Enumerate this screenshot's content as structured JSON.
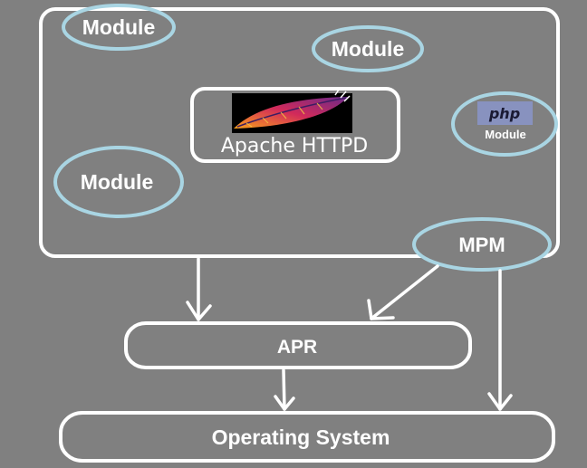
{
  "colors": {
    "background": "#808080",
    "box_stroke": "#ffffff",
    "module_ellipse_stroke": "#a9d5e3",
    "text": "#ffffff",
    "php_badge": "#8892bf",
    "feather_start": "#f9a11b",
    "feather_mid": "#d22a5a",
    "feather_end": "#6b2a8a"
  },
  "modules": [
    {
      "label": "Module"
    },
    {
      "label": "Module"
    },
    {
      "label": "Module"
    }
  ],
  "php_module": {
    "badge_text": "php",
    "label": "Module",
    "icon": "php-logo-icon"
  },
  "core": {
    "label": "Apache HTTPD",
    "icon": "apache-feather-icon"
  },
  "mpm": {
    "label": "MPM"
  },
  "apr": {
    "label": "APR"
  },
  "os": {
    "label": "Operating System"
  }
}
